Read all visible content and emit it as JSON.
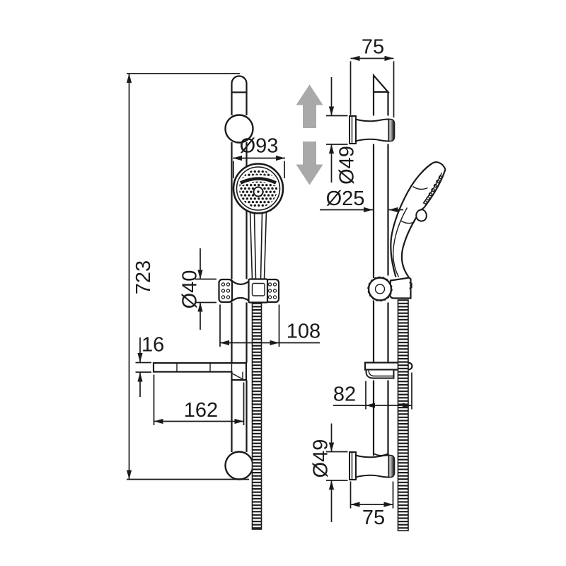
{
  "colors": {
    "line": "#1a1a1a",
    "slide_arrows": "#a9a9a9",
    "background": "#ffffff"
  },
  "icons": {
    "slide_up": "up-arrow",
    "slide_down": "down-arrow"
  },
  "dimensions": {
    "front": {
      "total_height": "723",
      "head_diameter": "Ø93",
      "holder_diameter": "Ø40",
      "holder_width": "108",
      "shelf_thickness": "16",
      "shelf_width": "162"
    },
    "side": {
      "bracket_depth_top": "75",
      "bracket_diameter_top": "Ø49",
      "rail_diameter": "Ø25",
      "shelf_depth": "82",
      "bracket_diameter_bottom": "Ø49",
      "bracket_depth_bottom": "75"
    }
  }
}
